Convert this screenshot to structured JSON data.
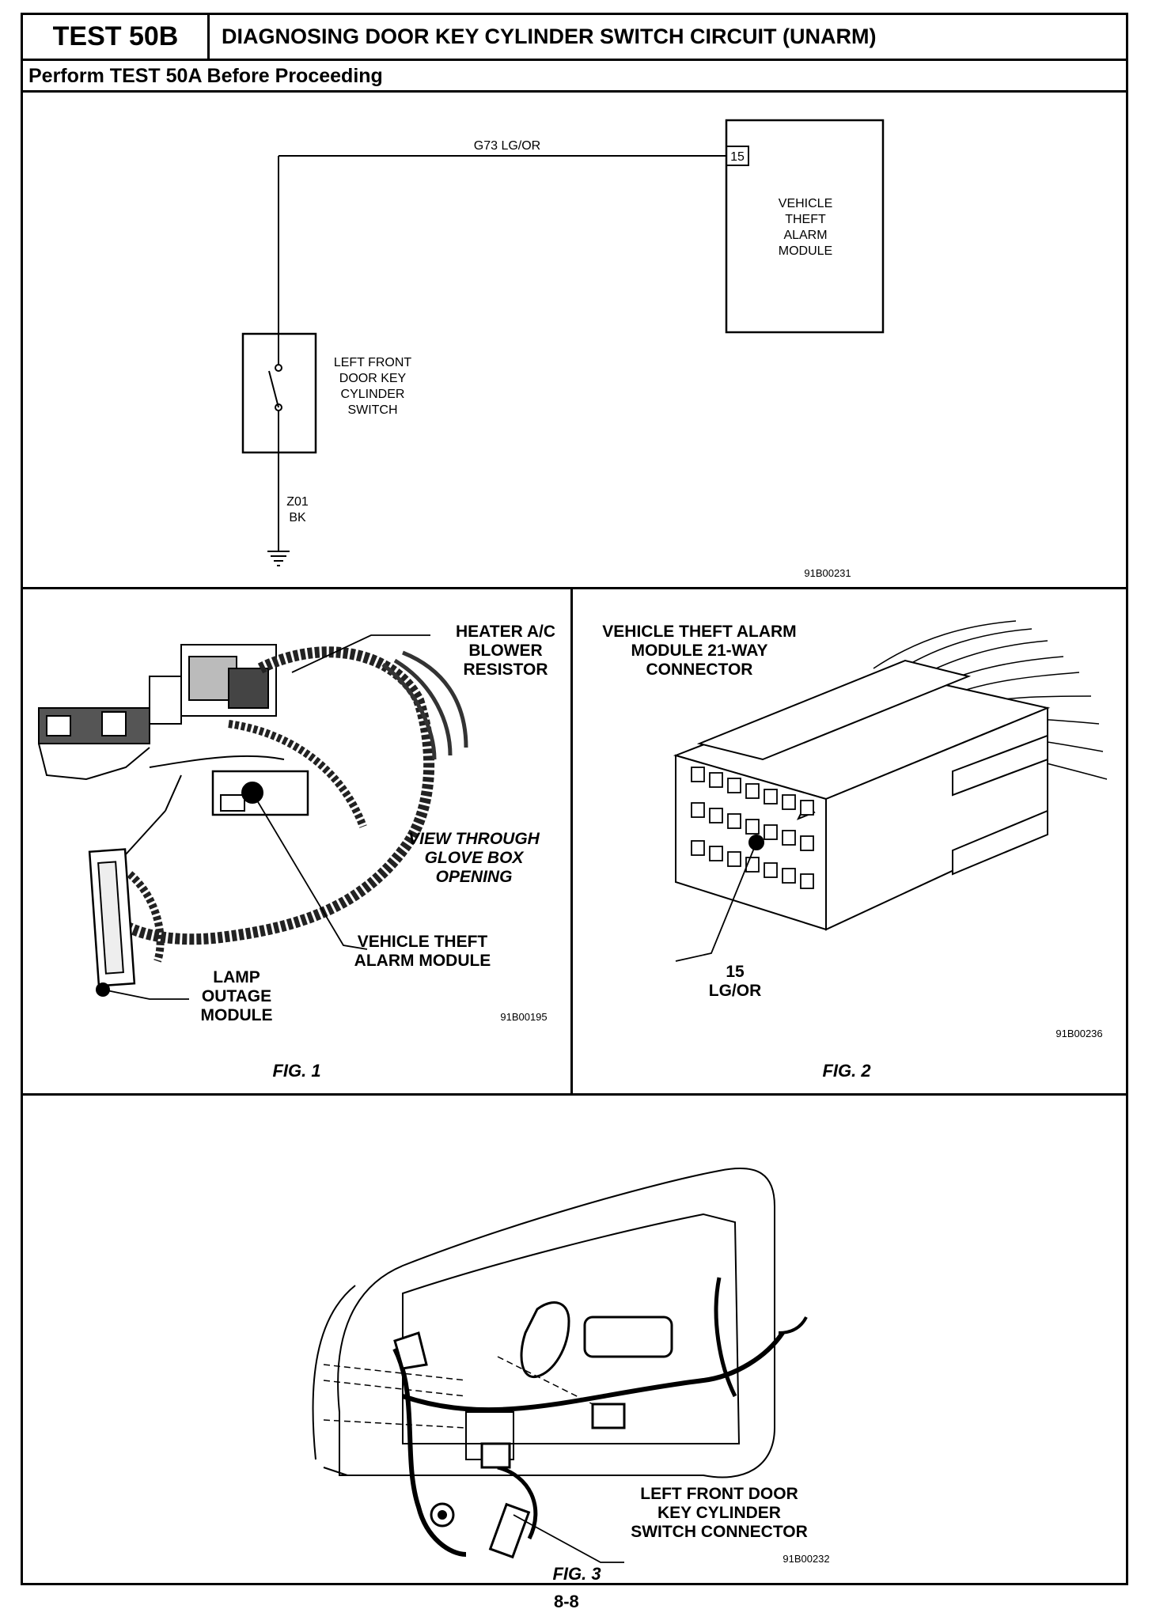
{
  "header": {
    "test_id": "TEST 50B",
    "title": "DIAGNOSING DOOR KEY CYLINDER SWITCH CIRCUIT (UNARM)",
    "subtitle": "Perform TEST 50A Before Proceeding"
  },
  "schematic": {
    "wire_top_label": "G73 LG/OR",
    "pin_number": "15",
    "module_label": [
      "VEHICLE",
      "THEFT",
      "ALARM",
      "MODULE"
    ],
    "switch_label": [
      "LEFT FRONT",
      "DOOR KEY",
      "CYLINDER",
      "SWITCH"
    ],
    "ground_wire_label": [
      "Z01",
      "BK"
    ],
    "figure_code": "91B00231"
  },
  "fig1": {
    "callout_heater": [
      "HEATER A/C",
      "BLOWER",
      "RESISTOR"
    ],
    "callout_view": [
      "VIEW THROUGH",
      "GLOVE BOX",
      "OPENING"
    ],
    "callout_alarm": [
      "VEHICLE THEFT",
      "ALARM MODULE"
    ],
    "callout_lamp": [
      "LAMP",
      "OUTAGE",
      "MODULE"
    ],
    "figure_code": "91B00195",
    "caption": "FIG. 1"
  },
  "fig2": {
    "callout_connector": [
      "VEHICLE THEFT ALARM",
      "MODULE 21-WAY",
      "CONNECTOR"
    ],
    "callout_pin": [
      "15",
      "LG/OR"
    ],
    "figure_code": "91B00236",
    "caption": "FIG. 2"
  },
  "fig3": {
    "callout_switch": [
      "LEFT FRONT DOOR",
      "KEY CYLINDER",
      "SWITCH CONNECTOR"
    ],
    "figure_code": "91B00232",
    "caption": "FIG. 3"
  },
  "footer": {
    "page_fragment": "8-8"
  }
}
